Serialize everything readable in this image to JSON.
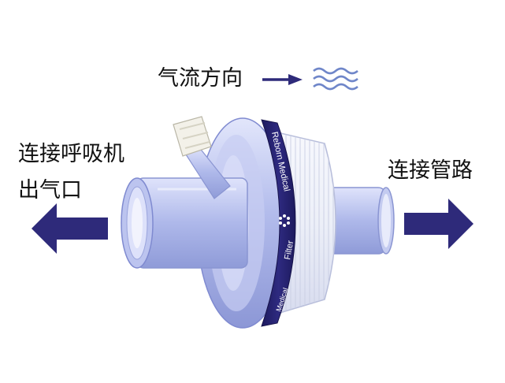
{
  "labels": {
    "airflow": "气流方向",
    "ventilator_port_line1": "连接呼吸机",
    "ventilator_port_line2": "出气口",
    "tubing_port": "连接管路"
  },
  "device_print": {
    "brand": "Reborn Medical",
    "product": "Filter",
    "brand_lower": "Medical"
  },
  "icons": {
    "airflow_arrow": "right-arrow-icon",
    "airflow_wave": "wave-icon",
    "left_arrow": "left-arrow-icon",
    "right_arrow": "right-arrow-icon"
  },
  "colors": {
    "arrow": "#2e2a7a",
    "wave": "#6f86c9",
    "band": "#24206a",
    "housing": "#a9b3e6"
  }
}
